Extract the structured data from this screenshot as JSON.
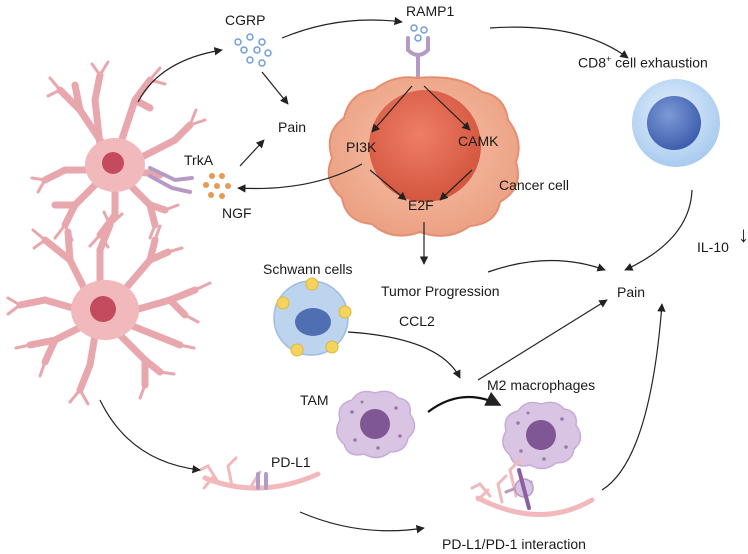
{
  "labels": {
    "cgrp": "CGRP",
    "ramp1": "RAMP1",
    "cd8_prefix": "CD8",
    "cd8_sup": "+",
    "cd8_suffix": " cell exhaustion",
    "pain_top": "Pain",
    "trka": "TrkA",
    "ngf": "NGF",
    "pi3k": "PI3K",
    "camk": "CAMK",
    "e2f": "E2F",
    "cancer_cell": "Cancer cell",
    "il10": "IL-10",
    "il10_arrow": "↓",
    "schwann": "Schwann cells",
    "tumor_progression": "Tumor Progression",
    "pain_right": "Pain",
    "ccl2": "CCL2",
    "tam": "TAM",
    "m2": "M2 macrophages",
    "pdl1": "PD-L1",
    "interaction": "PD-L1/PD-1 interaction"
  },
  "colors": {
    "neuron": "#f2b9bd",
    "neuron_nucleus": "#c44b5d",
    "cancer_outer": "#f0ab8e",
    "cancer_nucleus": "#e0664f",
    "tcell_outer": "#bcd8f3",
    "tcell_nucleus": "#5b7fc6",
    "schwann": "#bcd4ee",
    "schwann_dot": "#f4d35e",
    "macrophage": "#d4bee0",
    "macrophage_nucleus": "#7e5794",
    "ngf_dot": "#e69a52",
    "cgrp_dot": "#6f9fd8",
    "receptor": "#b69ac4"
  }
}
